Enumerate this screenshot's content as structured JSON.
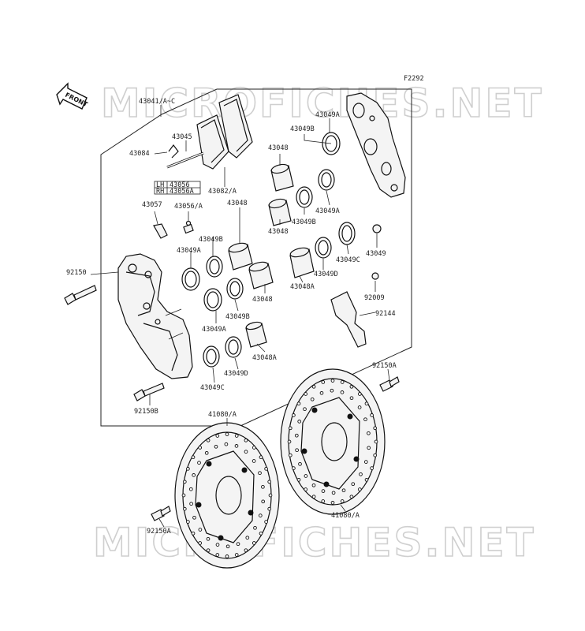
{
  "diagram_code": "F2292",
  "front_label": "FRONT",
  "watermark": "MICROFICHES.NET",
  "labels": {
    "caliper_assy": "43041/A~C",
    "l_43084": "43084",
    "l_43045": "43045",
    "lh_label": "LH",
    "lh_part": "43056",
    "rh_label": "RH",
    "rh_part": "43056A",
    "l_43082": "43082/A",
    "l_43057": "43057",
    "l_43056a": "43056/A",
    "l_43048_top": "43048",
    "l_43049b_top": "43049B",
    "l_43049a_top": "43049A",
    "l_43048_mid": "43048",
    "l_43049b_mid": "43049B",
    "l_43049a_mid": "43049A",
    "l_43049": "43049",
    "l_43049c_r": "43049C",
    "l_43049d_r": "43049D",
    "l_43048a_r": "43048A",
    "l_92009": "92009",
    "l_92144": "92144",
    "l_92150": "92150",
    "l_43048_lc": "43048",
    "l_43049b_lc": "43049B",
    "l_43049a_lc": "43049A",
    "l_43048_lc2": "43048",
    "l_43049a_lc2": "43049A",
    "l_43049b_lc2": "43049B",
    "l_43048a_lc": "43048A",
    "l_43049d_lc": "43049D",
    "l_43049c_lc": "43049C",
    "l_92150b": "92150B",
    "l_92150a_r": "92150A",
    "l_41080_l": "41080/A",
    "l_41080_r": "41080/A",
    "l_92150a_l": "92150A"
  }
}
